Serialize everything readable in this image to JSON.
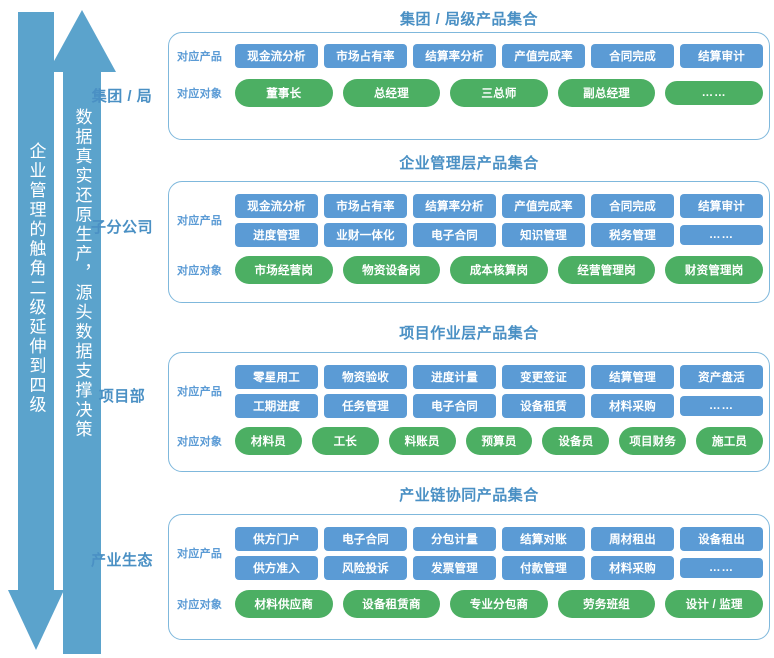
{
  "arrows": {
    "left": {
      "name": "down-arrow",
      "text": "企业管理的触角二级延伸到四级",
      "direction": "down",
      "color": "#5BA3CC"
    },
    "right": {
      "name": "up-arrow",
      "text": "数据真实还原生产，源头数据支撑决策",
      "direction": "up",
      "color": "#5BA3CC"
    }
  },
  "theme": {
    "blue_pill": "#5B9BD5",
    "green_pill": "#4CAF63",
    "title_blue": "#4A90C4",
    "card_border": "#7FB8DC",
    "arrow_blue": "#5BA3CC"
  },
  "row_labels": {
    "products": "对应产品",
    "objects": "对应对象"
  },
  "tiers": [
    {
      "label": "集团 / 局",
      "title": "集团 / 局级产品集合",
      "products": [
        [
          "现金流分析",
          "市场占有率",
          "结算率分析",
          "产值完成率",
          "合同完成",
          "结算审计"
        ]
      ],
      "objects": [
        "董事长",
        "总经理",
        "三总师",
        "副总经理",
        "……"
      ]
    },
    {
      "label": "子分公司",
      "title": "企业管理层产品集合",
      "products": [
        [
          "现金流分析",
          "市场占有率",
          "结算率分析",
          "产值完成率",
          "合同完成",
          "结算审计"
        ],
        [
          "进度管理",
          "业财一体化",
          "电子合同",
          "知识管理",
          "税务管理",
          "……"
        ]
      ],
      "objects": [
        "市场经营岗",
        "物资设备岗",
        "成本核算岗",
        "经营管理岗",
        "财资管理岗"
      ]
    },
    {
      "label": "项目部",
      "title": "项目作业层产品集合",
      "products": [
        [
          "零星用工",
          "物资验收",
          "进度计量",
          "变更签证",
          "结算管理",
          "资产盘活"
        ],
        [
          "工期进度",
          "任务管理",
          "电子合同",
          "设备租赁",
          "材料采购",
          "……"
        ]
      ],
      "objects": [
        "材料员",
        "工长",
        "料账员",
        "预算员",
        "设备员",
        "项目财务",
        "施工员"
      ]
    },
    {
      "label": "产业生态",
      "title": "产业链协同产品集合",
      "products": [
        [
          "供方门户",
          "电子合同",
          "分包计量",
          "结算对账",
          "周材租出",
          "设备租出"
        ],
        [
          "供方准入",
          "风险投诉",
          "发票管理",
          "付款管理",
          "材料采购",
          "……"
        ]
      ],
      "objects": [
        "材料供应商",
        "设备租赁商",
        "专业分包商",
        "劳务班组",
        "设计 / 监理"
      ]
    }
  ]
}
